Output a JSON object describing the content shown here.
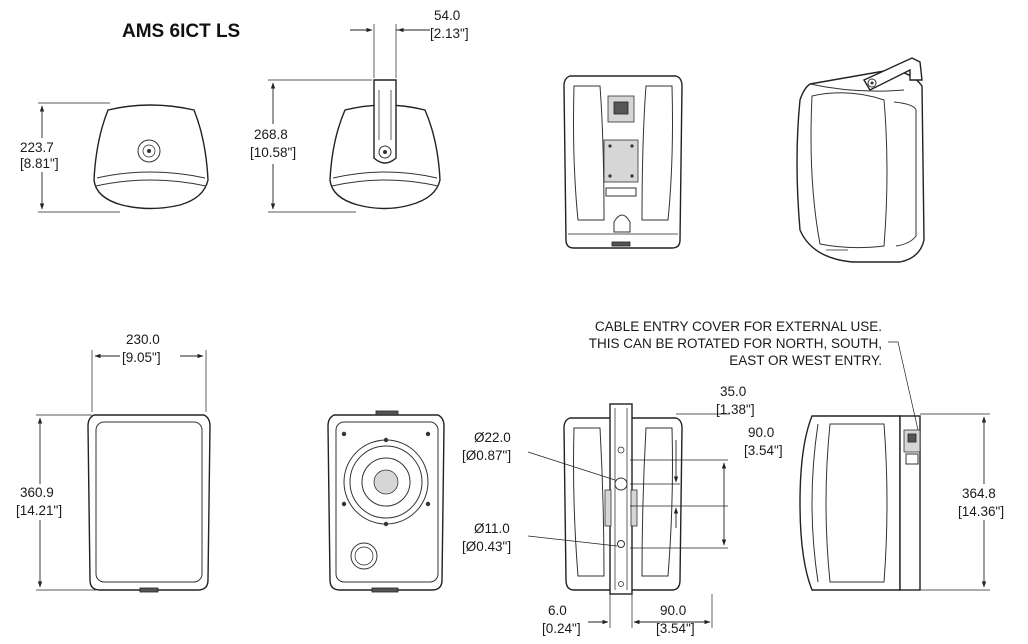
{
  "title": "AMS 6ICT LS",
  "dimensions": {
    "top_depth": {
      "mm": "223.7",
      "in": "[8.81\"]"
    },
    "bracket_depth": {
      "mm": "268.8",
      "in": "[10.58\"]"
    },
    "bracket_width": {
      "mm": "54.0",
      "in": "[2.13\"]"
    },
    "front_width": {
      "mm": "230.0",
      "in": "[9.05\"]"
    },
    "front_height": {
      "mm": "360.9",
      "in": "[14.21\"]"
    },
    "hole_large": {
      "mm": "Ø22.0",
      "in": "[Ø0.87\"]"
    },
    "hole_small": {
      "mm": "Ø11.0",
      "in": "[Ø0.43\"]"
    },
    "spacing_35": {
      "mm": "35.0",
      "in": "[1.38\"]"
    },
    "spacing_90_right": {
      "mm": "90.0",
      "in": "[3.54\"]"
    },
    "spacing_6": {
      "mm": "6.0",
      "in": "[0.24\"]"
    },
    "spacing_90_bottom": {
      "mm": "90.0",
      "in": "[3.54\"]"
    },
    "side_height": {
      "mm": "364.8",
      "in": "[14.36\"]"
    }
  },
  "note": {
    "line1": "CABLE ENTRY COVER FOR EXTERNAL USE.",
    "line2": "THIS CAN BE ROTATED FOR NORTH, SOUTH,",
    "line3": "EAST OR WEST ENTRY."
  }
}
